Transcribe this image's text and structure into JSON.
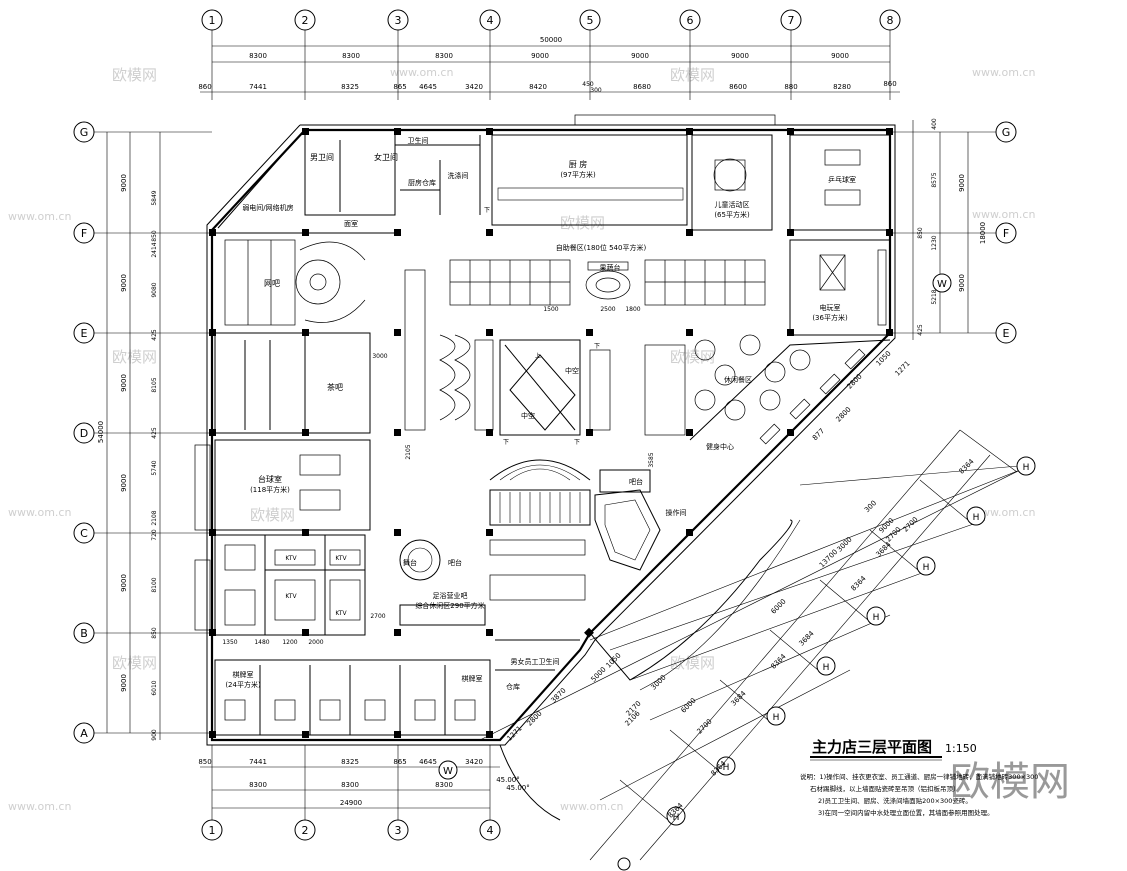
{
  "drawing": {
    "title": "主力店三层平面图",
    "scale": "1:150",
    "notes": [
      "说明：1)操作间、挂衣更衣室、员工通道、厨房一律铺地砖，面满铺地砖300×300",
      "石材踢脚线，以上墙面贴瓷砖至吊顶（铝扣板吊顶）",
      "2)员工卫生间、厨房、洗涤间墙面贴200×300瓷砖。",
      "3)在同一空间内留中水处理立面位置，其墙面参照用图处理。"
    ]
  },
  "axes": {
    "top": [
      "1",
      "2",
      "3",
      "4",
      "5",
      "6",
      "7",
      "8"
    ],
    "bottom": [
      "1",
      "2",
      "3",
      "4"
    ],
    "left": [
      "G",
      "F",
      "E",
      "D",
      "C",
      "B",
      "A"
    ],
    "right": [
      "G",
      "F",
      "E"
    ],
    "diag": [
      "H",
      "H",
      "H",
      "H",
      "H",
      "H",
      "H",
      "H"
    ],
    "marker_w": "W"
  },
  "dimensions": {
    "top_total": "50000",
    "top_row1": [
      "8300",
      "8300",
      "8300",
      "9000",
      "9000",
      "9000",
      "9000"
    ],
    "top_row2": [
      "7441",
      "8325",
      "865",
      "4645",
      "3420",
      "8420",
      "450",
      "300",
      "8680",
      "8600",
      "880",
      "8280",
      "860",
      "860"
    ],
    "left_total": "54000",
    "left_rows": [
      "9000",
      "9000",
      "9000",
      "9000",
      "9000",
      "9000"
    ],
    "left_inner": [
      "5849",
      "2414",
      "9080",
      "8105",
      "5740",
      "8100",
      "6010",
      "2108",
      "425",
      "425",
      "720",
      "850",
      "900",
      "850"
    ],
    "right_total": "18000",
    "right_inner": [
      "9000",
      "9000",
      "8575",
      "5218",
      "1230",
      "400",
      "850",
      "425"
    ],
    "bottom_total": "24900",
    "bottom_row1": [
      "8300",
      "8300",
      "8300"
    ],
    "bottom_row2": [
      "7441",
      "8325",
      "865",
      "4645",
      "3420"
    ],
    "bottom_misc": [
      "850",
      "45.00°",
      "45.00°",
      "2800",
      "2700",
      "2700",
      "3000",
      "5000",
      "6000",
      "13700"
    ],
    "diag_dims": [
      "8364",
      "9000",
      "8364",
      "3684",
      "2700",
      "3000",
      "6000",
      "8364",
      "3684",
      "2700",
      "300",
      "8364",
      "3684",
      "2800",
      "1271",
      "8364",
      "6000",
      "2700",
      "3000",
      "2170",
      "1271",
      "877",
      "2800",
      "3870",
      "5000",
      "1050",
      "2106",
      "2800",
      "1050"
    ]
  },
  "rooms": {
    "men_wc": "男卫间",
    "women_wc": "女卫间",
    "staff_wc": "卫生间",
    "kitchen_store": "厨房仓库",
    "washing": "洗涤间",
    "kitchen": "厨 房",
    "kitchen_area": "(97平方米)",
    "kids": "儿童活动区",
    "kids_area": "(65平方米)",
    "pingpong": "乒乓球室",
    "weak_elec": "弱电间/网络机房",
    "office": "面室",
    "buffet": "自助餐区(180位  540平方米)",
    "fruit": "果蔬台",
    "net_bar": "网吧",
    "tea": "茶吧",
    "computer": "电玩室",
    "computer_area": "(36平方米)",
    "leisure": "休闲餐区",
    "atrium1": "中空",
    "atrium2": "中空",
    "billiards": "台球室",
    "billiards_area": "(118平方米)",
    "fitness": "健身中心",
    "bar": "吧台",
    "operation": "操作间",
    "ktv1": "KTV",
    "ktv2": "KTV",
    "ktv3": "KTV",
    "ktv4": "KTV",
    "stage": "舞台",
    "bar2": "吧台",
    "lounge": "足浴营业吧",
    "lounge_area": "综合休闲区290平方米",
    "staff_room": "男女员工卫生间",
    "store": "仓库",
    "chess1": "棋牌室",
    "chess1_area": "(24平方米)",
    "chess2": "棋牌室"
  },
  "labels": {
    "stair_up": "上",
    "stair_dn": "下",
    "dim_1500": "1500",
    "dim_2500": "2500",
    "dim_1800": "1800",
    "dim_3000": "3000",
    "dim_3585": "3585",
    "dim_2105": "2105",
    "dim_1350": "1350",
    "dim_1480": "1480",
    "dim_1200": "1200",
    "dim_2000": "2000",
    "dim_2700": "2700"
  },
  "watermark": {
    "brand": "欧模网",
    "url": "www.om.cn"
  }
}
